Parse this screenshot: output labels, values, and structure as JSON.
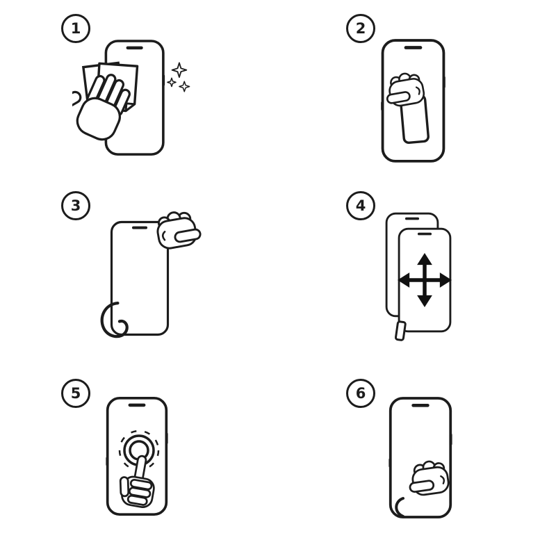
{
  "colors": {
    "line": "#1c1c1c",
    "arrow": "#111111",
    "background": "#ffffff"
  },
  "diagram": {
    "name": "screen-protector-installation-instructions",
    "steps": [
      {
        "number": "1",
        "name": "clean-the-screen",
        "icons": [
          "phone",
          "cleaning-cloth",
          "open-hand",
          "sparkles"
        ]
      },
      {
        "number": "2",
        "name": "peel-protective-film",
        "icons": [
          "phone",
          "film",
          "grabbing-hand"
        ]
      },
      {
        "number": "3",
        "name": "hold-protector-by-edge",
        "icons": [
          "screen-protector",
          "grabbing-hand",
          "liner-curl"
        ]
      },
      {
        "number": "4",
        "name": "align-protector-on-phone",
        "icons": [
          "phone",
          "screen-protector",
          "alignment-arrows",
          "pull-tab"
        ]
      },
      {
        "number": "5",
        "name": "press-the-center",
        "icons": [
          "phone",
          "touch-ripple",
          "pointing-hand"
        ]
      },
      {
        "number": "6",
        "name": "smooth-out-bubbles",
        "icons": [
          "phone",
          "grabbing-hand",
          "wrist-curl"
        ]
      }
    ]
  }
}
